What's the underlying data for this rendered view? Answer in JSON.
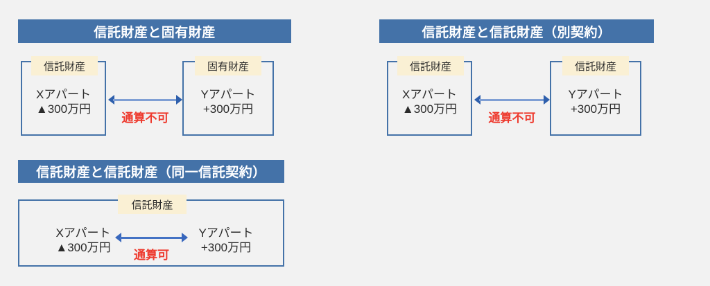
{
  "colors": {
    "page_background": "#f2f2f2",
    "title_bar": "#4472a8",
    "title_text": "#ffffff",
    "box_border": "#4472a8",
    "tag_background": "#faf0d4",
    "arrow_shaft_light": "#7f9fd4",
    "arrow_head": "#2e5fac",
    "arrow_solid": "#4472c4",
    "warning_text": "#ee3a2e",
    "body_text": "#2b2b2b"
  },
  "panels": [
    {
      "id": "trust-vs-own",
      "title": "信託財産と固有財産",
      "left_box": {
        "tag": "信託財産",
        "line1": "Xアパート",
        "line2": "▲300万円"
      },
      "right_box": {
        "tag": "固有財産",
        "line1": "Yアパート",
        "line2": "+300万円"
      },
      "arrow_label": "通算不可",
      "arrow_style": "light"
    },
    {
      "id": "trust-vs-trust-separate",
      "title": "信託財産と信託財産（別契約）",
      "left_box": {
        "tag": "信託財産",
        "line1": "Xアパート",
        "line2": "▲300万円"
      },
      "right_box": {
        "tag": "信託財産",
        "line1": "Yアパート",
        "line2": "+300万円"
      },
      "arrow_label": "通算不可",
      "arrow_style": "light"
    },
    {
      "id": "trust-vs-trust-same",
      "title": "信託財産と信託財産（同一信託契約）",
      "single_box": {
        "tag": "信託財産",
        "left_line1": "Xアパート",
        "left_line2": "▲300万円",
        "right_line1": "Yアパート",
        "right_line2": "+300万円"
      },
      "arrow_label": "通算可",
      "arrow_style": "solid"
    }
  ]
}
